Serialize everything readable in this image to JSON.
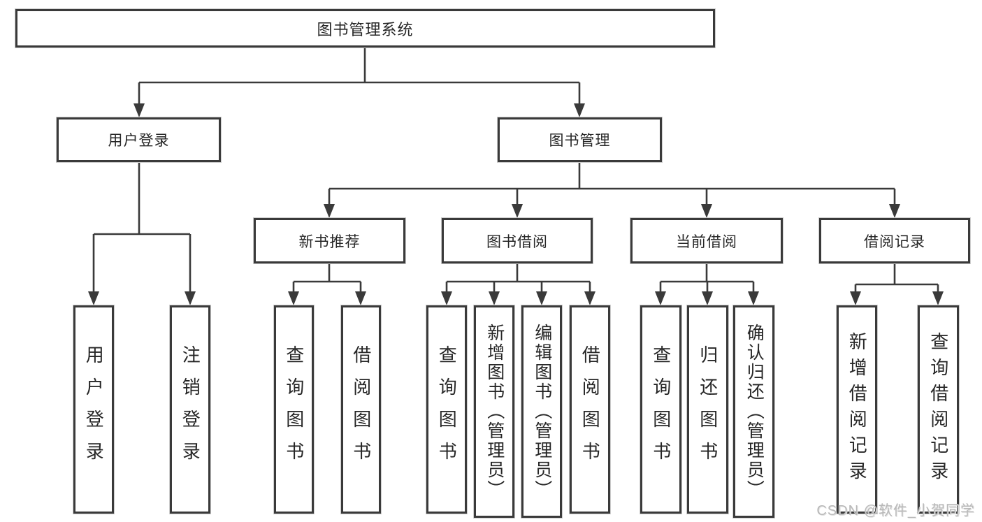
{
  "tree": {
    "root": {
      "label": "图书管理系统",
      "children": [
        {
          "label": "用户登录",
          "children": [
            {
              "label": "用户登录"
            },
            {
              "label": "注销登录"
            }
          ]
        },
        {
          "label": "图书管理",
          "children": [
            {
              "label": "新书推荐",
              "children": [
                {
                  "label": "查询图书"
                },
                {
                  "label": "借阅图书"
                }
              ]
            },
            {
              "label": "图书借阅",
              "children": [
                {
                  "label": "查询图书"
                },
                {
                  "label": "新增图书（管理员）"
                },
                {
                  "label": "编辑图书（管理员）"
                },
                {
                  "label": "借阅图书"
                }
              ]
            },
            {
              "label": "当前借阅",
              "children": [
                {
                  "label": "查询图书"
                },
                {
                  "label": "归还图书"
                },
                {
                  "label": "确认归还（管理员）"
                }
              ]
            },
            {
              "label": "借阅记录",
              "children": [
                {
                  "label": "新增借阅记录"
                },
                {
                  "label": "查询借阅记录"
                }
              ]
            }
          ]
        }
      ]
    }
  },
  "watermark": "CSDN @软件_小贺同学",
  "colors": {
    "line": "#3a3a3a",
    "border": "#3a3a3a",
    "text": "#262626",
    "watermark": "#b9b9b9",
    "background": "#ffffff"
  }
}
